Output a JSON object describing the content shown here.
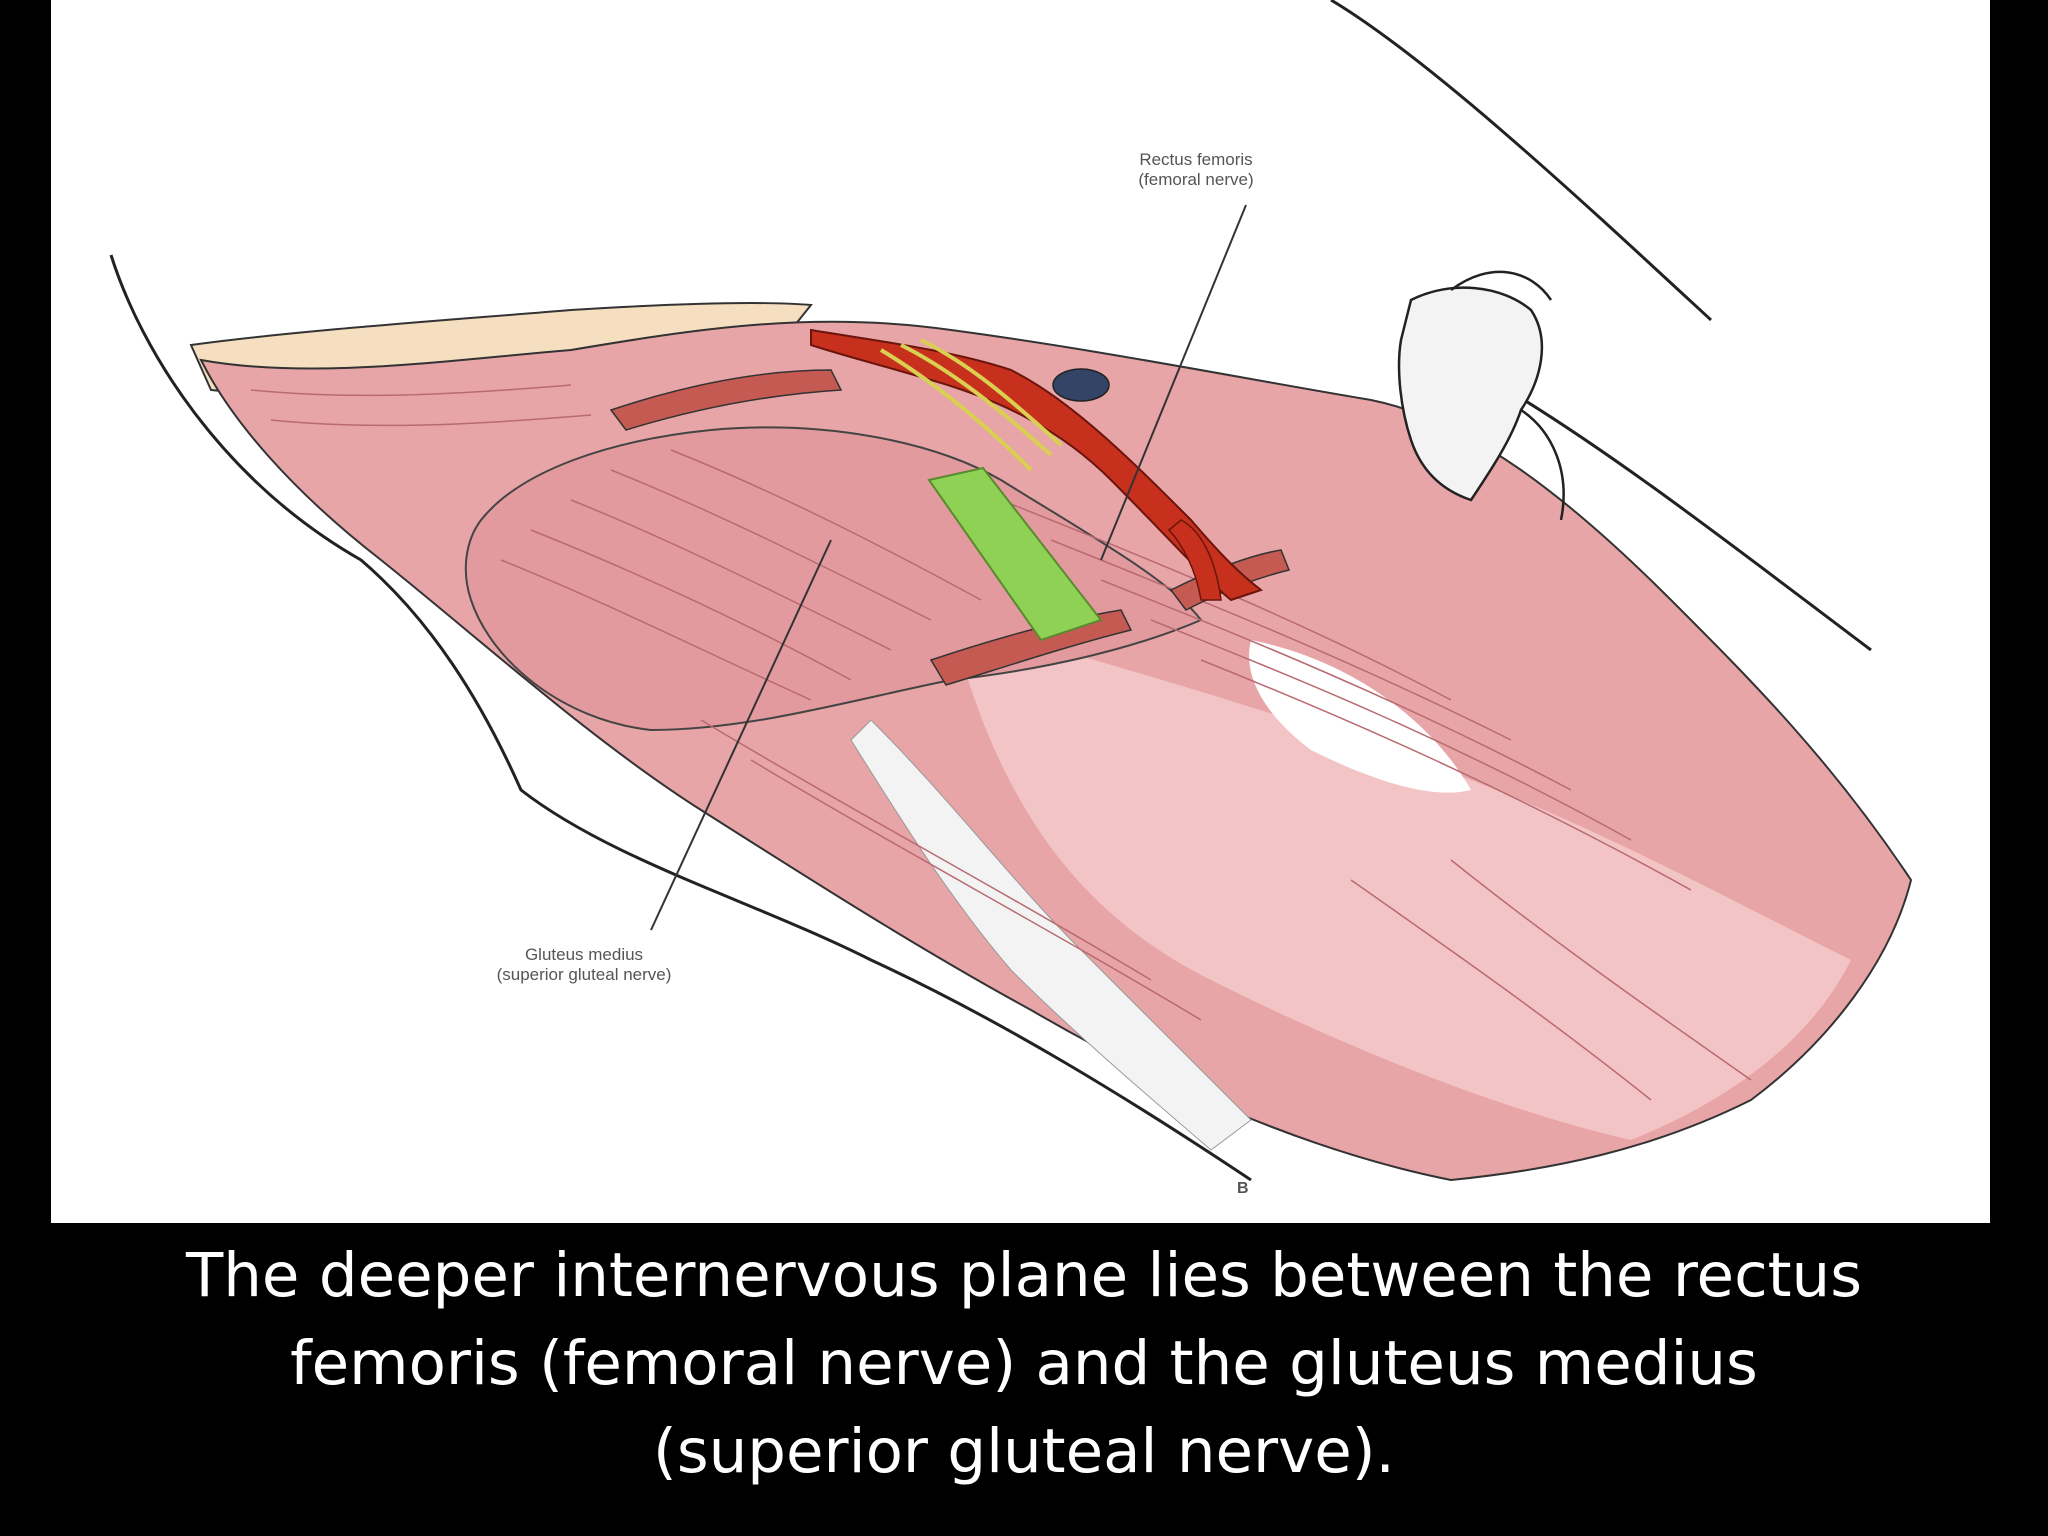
{
  "figure": {
    "labels": {
      "rectus_femoris": {
        "line1": "Rectus femoris",
        "line2": "(femoral nerve)"
      },
      "gluteus_medius": {
        "line1": "Gluteus medius",
        "line2": "(superior gluteal nerve)"
      }
    },
    "figure_letter": "B",
    "colors": {
      "muscle": "#e8a5a8",
      "muscle_light": "#f2c4c6",
      "muscle_fiber": "#c97d82",
      "vessel": "#c8301e",
      "nerve": "#e8e07a",
      "retractor": "#8ed155",
      "skin": "#f5dfc0",
      "fascia": "#f3f3f3"
    }
  },
  "caption": {
    "line1": "The deeper internervous plane lies between the rectus",
    "line2": "femoris (femoral nerve) and the gluteus medius",
    "line3": "(superior gluteal nerve)."
  }
}
